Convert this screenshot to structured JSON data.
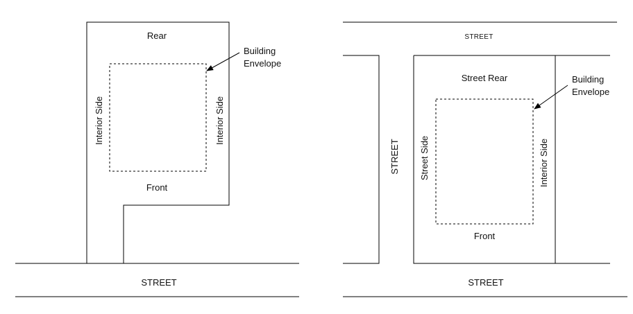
{
  "diagram_left": {
    "labels": {
      "rear": "Rear",
      "interior_side_left": "Interior Side",
      "interior_side_right": "Interior Side",
      "front": "Front",
      "building_envelope_line1": "Building",
      "building_envelope_line2": "Envelope",
      "street": "STREET"
    }
  },
  "diagram_right": {
    "labels": {
      "street_top": "STREET",
      "street_rear": "Street Rear",
      "street_side": "Street Side",
      "interior_side": "Interior Side",
      "front": "Front",
      "building_envelope_line1": "Building",
      "building_envelope_line2": "Envelope",
      "street_left": "STREET",
      "street_bottom": "STREET"
    }
  }
}
